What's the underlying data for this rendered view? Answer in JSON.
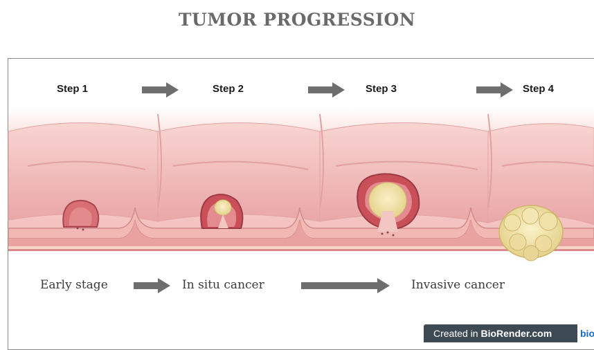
{
  "title": "TUMOR PROGRESSION",
  "steps": [
    {
      "label": "Step 1"
    },
    {
      "label": "Step 2"
    },
    {
      "label": "Step 3"
    },
    {
      "label": "Step 4"
    }
  ],
  "stages": [
    {
      "label": "Early stage"
    },
    {
      "label": "In situ cancer"
    },
    {
      "label": "Invasive cancer"
    }
  ],
  "watermark": {
    "prefix": "Created in",
    "brand": "BioRender.com",
    "logo": "bio"
  },
  "colors": {
    "tissue": "#f4c0bf",
    "tissue_dark": "#d9898a",
    "tumor": "#c9565f",
    "tumor_core": "#f2e2a8",
    "arrow": "#6e6e6e"
  }
}
